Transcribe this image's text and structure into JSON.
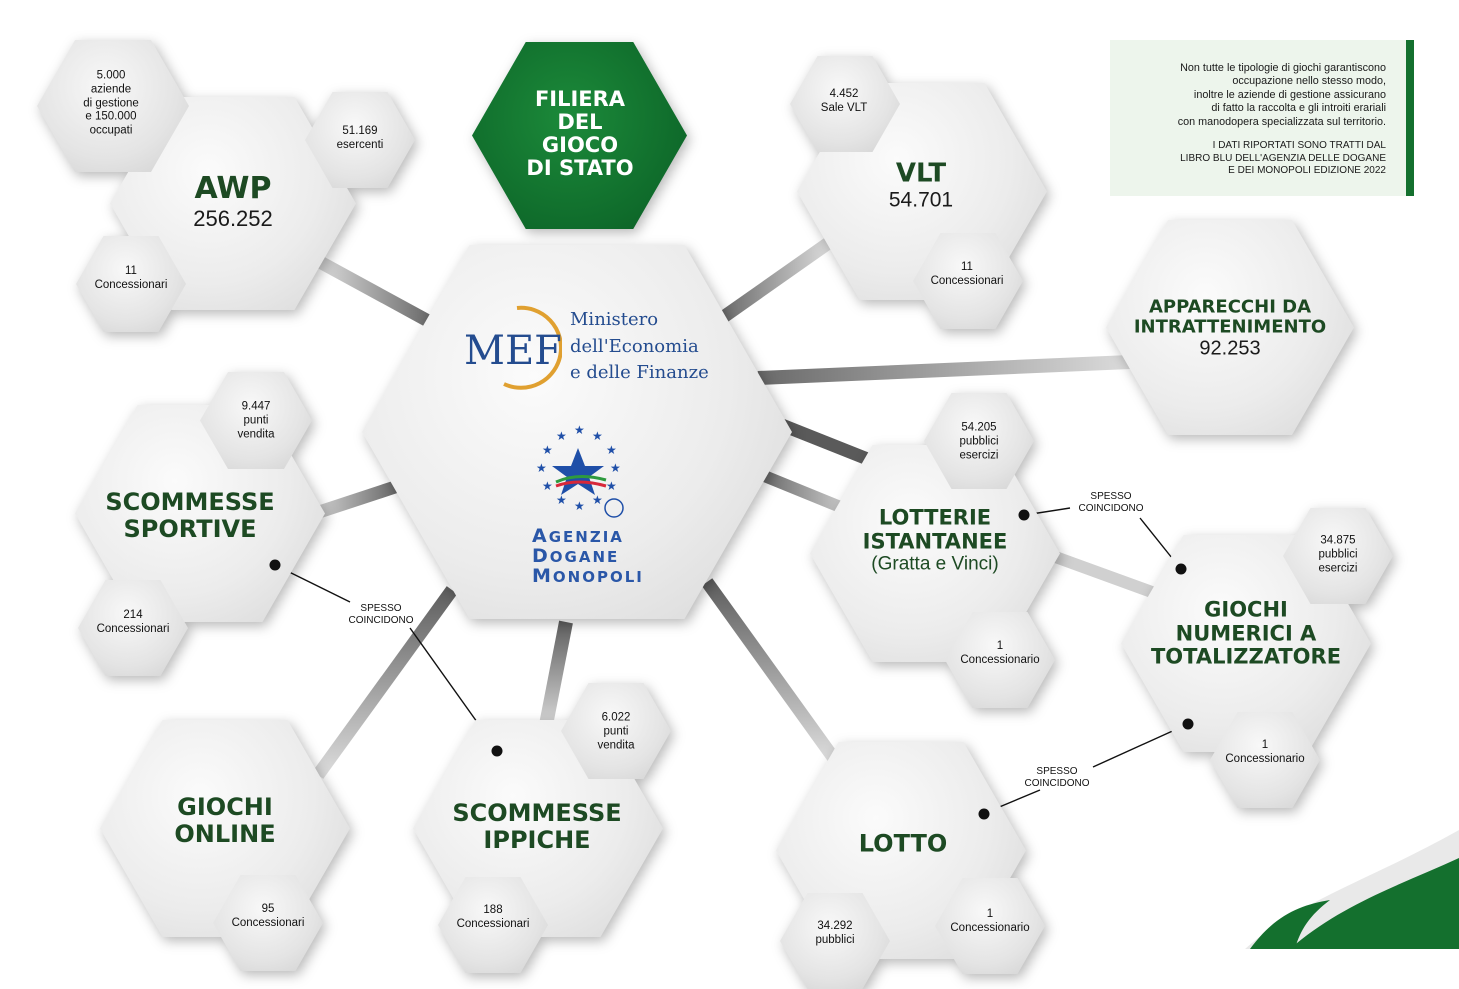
{
  "header": {
    "title_lines": [
      "FILIERA",
      "DEL",
      "GIOCO",
      "DI STATO"
    ]
  },
  "note": {
    "paragraph1": [
      "Non tutte le tipologie di giochi garantiscono",
      "occupazione nello stesso modo,",
      "inoltre le aziende di gestione assicurano",
      "di fatto la raccolta e gli introiti erariali",
      "con manodopera specializzata sul territorio."
    ],
    "paragraph2": [
      "I DATI RIPORTATI SONO TRATTI DAL",
      "LIBRO BLU DELL'AGENZIA DELLE DOGANE",
      "E DEI MONOPOLI EDIZIONE 2022"
    ]
  },
  "center": {
    "mef_logo_text": "MEF",
    "mef_lines": [
      "Ministero",
      "dell'Economia",
      "e delle Finanze"
    ],
    "adm_lines": [
      {
        "initial": "A",
        "rest": "GENZIA"
      },
      {
        "initial": "D",
        "rest": "OGANE"
      },
      {
        "initial": "M",
        "rest": "ONOPOLI"
      }
    ],
    "adm_logo_icon": "star-emblem-icon"
  },
  "nodes": {
    "awp": {
      "title": "AWP",
      "value": "256.252",
      "sat_top": [
        "5.000",
        "aziende",
        "di gestione",
        "e 150.000",
        "occupati"
      ],
      "sat_right": [
        "51.169",
        "esercenti"
      ],
      "sat_bottom": [
        "11",
        "Concessionari"
      ]
    },
    "vlt": {
      "title": "VLT",
      "value": "54.701",
      "sat_top": [
        "4.452",
        "Sale VLT"
      ],
      "sat_bottom": [
        "11",
        "Concessionari"
      ]
    },
    "apparecchi": {
      "title_lines": [
        "APPARECCHI DA",
        "INTRATTENIMENTO"
      ],
      "value": "92.253"
    },
    "scommesse_sportive": {
      "title_lines": [
        "SCOMMESSE",
        "SPORTIVE"
      ],
      "sat_top": [
        "9.447",
        "punti",
        "vendita"
      ],
      "sat_bottom": [
        "214",
        "Concessionari"
      ]
    },
    "lotterie": {
      "title_lines": [
        "LOTTERIE",
        "ISTANTANEE"
      ],
      "subtitle": "(Gratta e Vinci)",
      "sat_top": [
        "54.205",
        "pubblici",
        "esercizi"
      ],
      "sat_bottom": [
        "1",
        "Concessionario"
      ]
    },
    "giochi_numerici": {
      "title_lines": [
        "GIOCHI",
        "NUMERICI A",
        "TOTALIZZATORE"
      ],
      "sat_top": [
        "34.875",
        "pubblici",
        "esercizi"
      ],
      "sat_bottom": [
        "1",
        "Concessionario"
      ]
    },
    "giochi_online": {
      "title_lines": [
        "GIOCHI",
        "ONLINE"
      ],
      "sat_bottom": [
        "95",
        "Concessionari"
      ]
    },
    "scommesse_ippiche": {
      "title_lines": [
        "SCOMMESSE",
        "IPPICHE"
      ],
      "sat_top": [
        "6.022",
        "punti",
        "vendita"
      ],
      "sat_bottom": [
        "188",
        "Concessionari"
      ]
    },
    "lotto": {
      "title": "LOTTO",
      "sat_bottom": [
        "1",
        "Concessionario"
      ],
      "sat_left": [
        "34.292",
        "pubblici"
      ]
    }
  },
  "connectors": {
    "spesso_lines": [
      "SPESSO",
      "COINCIDONO"
    ]
  },
  "colors": {
    "brand_green": "#14702e",
    "title_green": "#1d4a23",
    "mef_blue": "#244c8f"
  }
}
